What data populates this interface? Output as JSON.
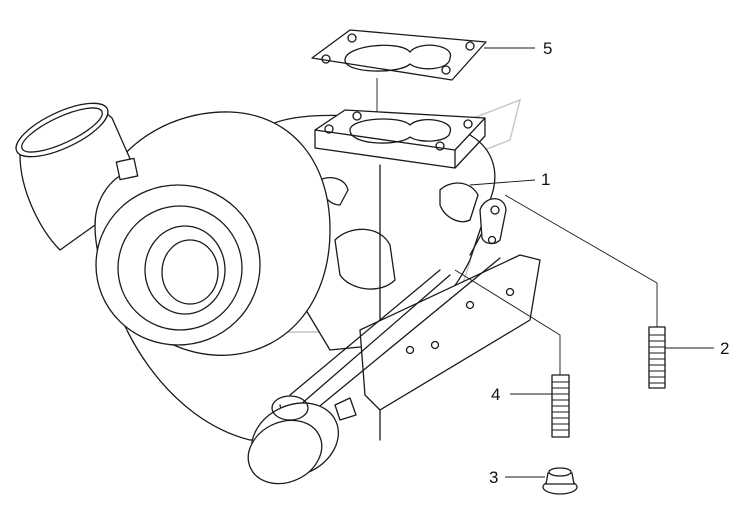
{
  "callouts": [
    {
      "id": "1",
      "label": "1"
    },
    {
      "id": "2",
      "label": "2"
    },
    {
      "id": "3",
      "label": "3"
    },
    {
      "id": "4",
      "label": "4"
    },
    {
      "id": "5",
      "label": "5"
    }
  ],
  "parts": [
    {
      "callout": "1",
      "icon": "turbocharger-assembly-icon"
    },
    {
      "callout": "2",
      "icon": "stud-icon"
    },
    {
      "callout": "3",
      "icon": "flange-nut-icon"
    },
    {
      "callout": "4",
      "icon": "stud-icon"
    },
    {
      "callout": "5",
      "icon": "gasket-icon"
    }
  ],
  "colors": {
    "line": "#1a1a1a",
    "watermark": "#c4c4c4",
    "background": "#ffffff"
  }
}
